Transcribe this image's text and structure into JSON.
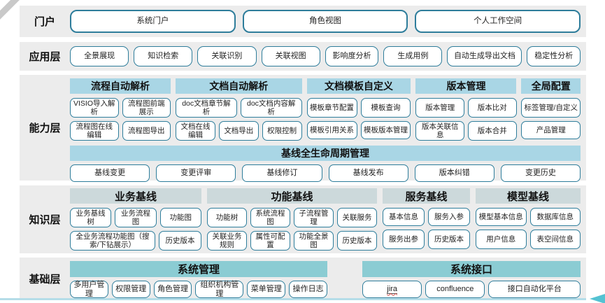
{
  "colors": {
    "band_bg": "#ececec",
    "header_blue": "#a9d6e5",
    "header_gray": "#ccd9db",
    "header_teal": "#8bccd3",
    "box_border": "#2e7d9b",
    "line_blue": "#b5dde8",
    "arrow_teal": "#54c2d2",
    "corner_gray": "#c9c9c9",
    "text": "#222222"
  },
  "portal": {
    "label": "门户",
    "items": [
      "系统门户",
      "角色视图",
      "个人工作空间"
    ]
  },
  "application": {
    "label": "应用层",
    "items": [
      "全景展现",
      "知识检索",
      "关联识别",
      "关联视图",
      "影响度分析",
      "生成用例",
      "自动生成导出文档",
      "稳定性分析"
    ]
  },
  "capability": {
    "label": "能力层",
    "groups": [
      {
        "header": "流程自动解析",
        "rows": [
          [
            "VISIO导入解析",
            "流程图前端展示"
          ],
          [
            "流程图在线编辑",
            "流程图导出"
          ]
        ]
      },
      {
        "header": "文档自动解析",
        "rows": [
          [
            "doc文档章节解析",
            "doc文档内容解析"
          ],
          [
            "文档在线编辑",
            "文档导出",
            "权限控制"
          ]
        ]
      },
      {
        "header": "文档模板自定义",
        "rows": [
          [
            "模板章节配置",
            "模板查询"
          ],
          [
            "模板引用关系",
            "模板版本管理"
          ]
        ]
      },
      {
        "header": "版本管理",
        "rows": [
          [
            "版本管理",
            "版本比对"
          ],
          [
            "版本关联信息",
            "版本合并"
          ]
        ]
      },
      {
        "header": "全局配置",
        "rows": [
          [
            "标签管理/自定义"
          ],
          [
            "产品管理"
          ]
        ]
      }
    ],
    "baseline": {
      "header": "基线全生命周期管理",
      "items": [
        "基线变更",
        "变更评审",
        "基线修订",
        "基线发布",
        "版本纠错",
        "变更历史"
      ]
    }
  },
  "knowledge": {
    "label": "知识层",
    "groups": [
      {
        "header": "业务基线",
        "rows": [
          [
            "业务基线树",
            "业务流程图",
            "功能图"
          ],
          [
            "全业务流程功能图（搜索/下钻展示）",
            "历史版本"
          ]
        ]
      },
      {
        "header": "功能基线",
        "rows": [
          [
            "功能树",
            "系统流程图",
            "子流程管理",
            "关联服务"
          ],
          [
            "关联业务规则",
            "属性可配置",
            "功能全景图",
            "历史版本"
          ]
        ]
      },
      {
        "header": "服务基线",
        "rows": [
          [
            "基本信息",
            "服务入参"
          ],
          [
            "服务出参",
            "历史版本"
          ]
        ]
      },
      {
        "header": "模型基线",
        "rows": [
          [
            "模型基本信息",
            "数据库信息"
          ],
          [
            "用户信息",
            "表空间信息"
          ]
        ]
      }
    ]
  },
  "foundation": {
    "label": "基础层",
    "groups": [
      {
        "header": "系统管理",
        "items": [
          "多用户管理",
          "权限管理",
          "角色管理",
          "组织机构管理",
          "菜单管理",
          "操作日志"
        ]
      },
      {
        "header": "系统接口",
        "items": [
          "jira",
          "confluence",
          "接口自动化平台"
        ]
      }
    ]
  }
}
